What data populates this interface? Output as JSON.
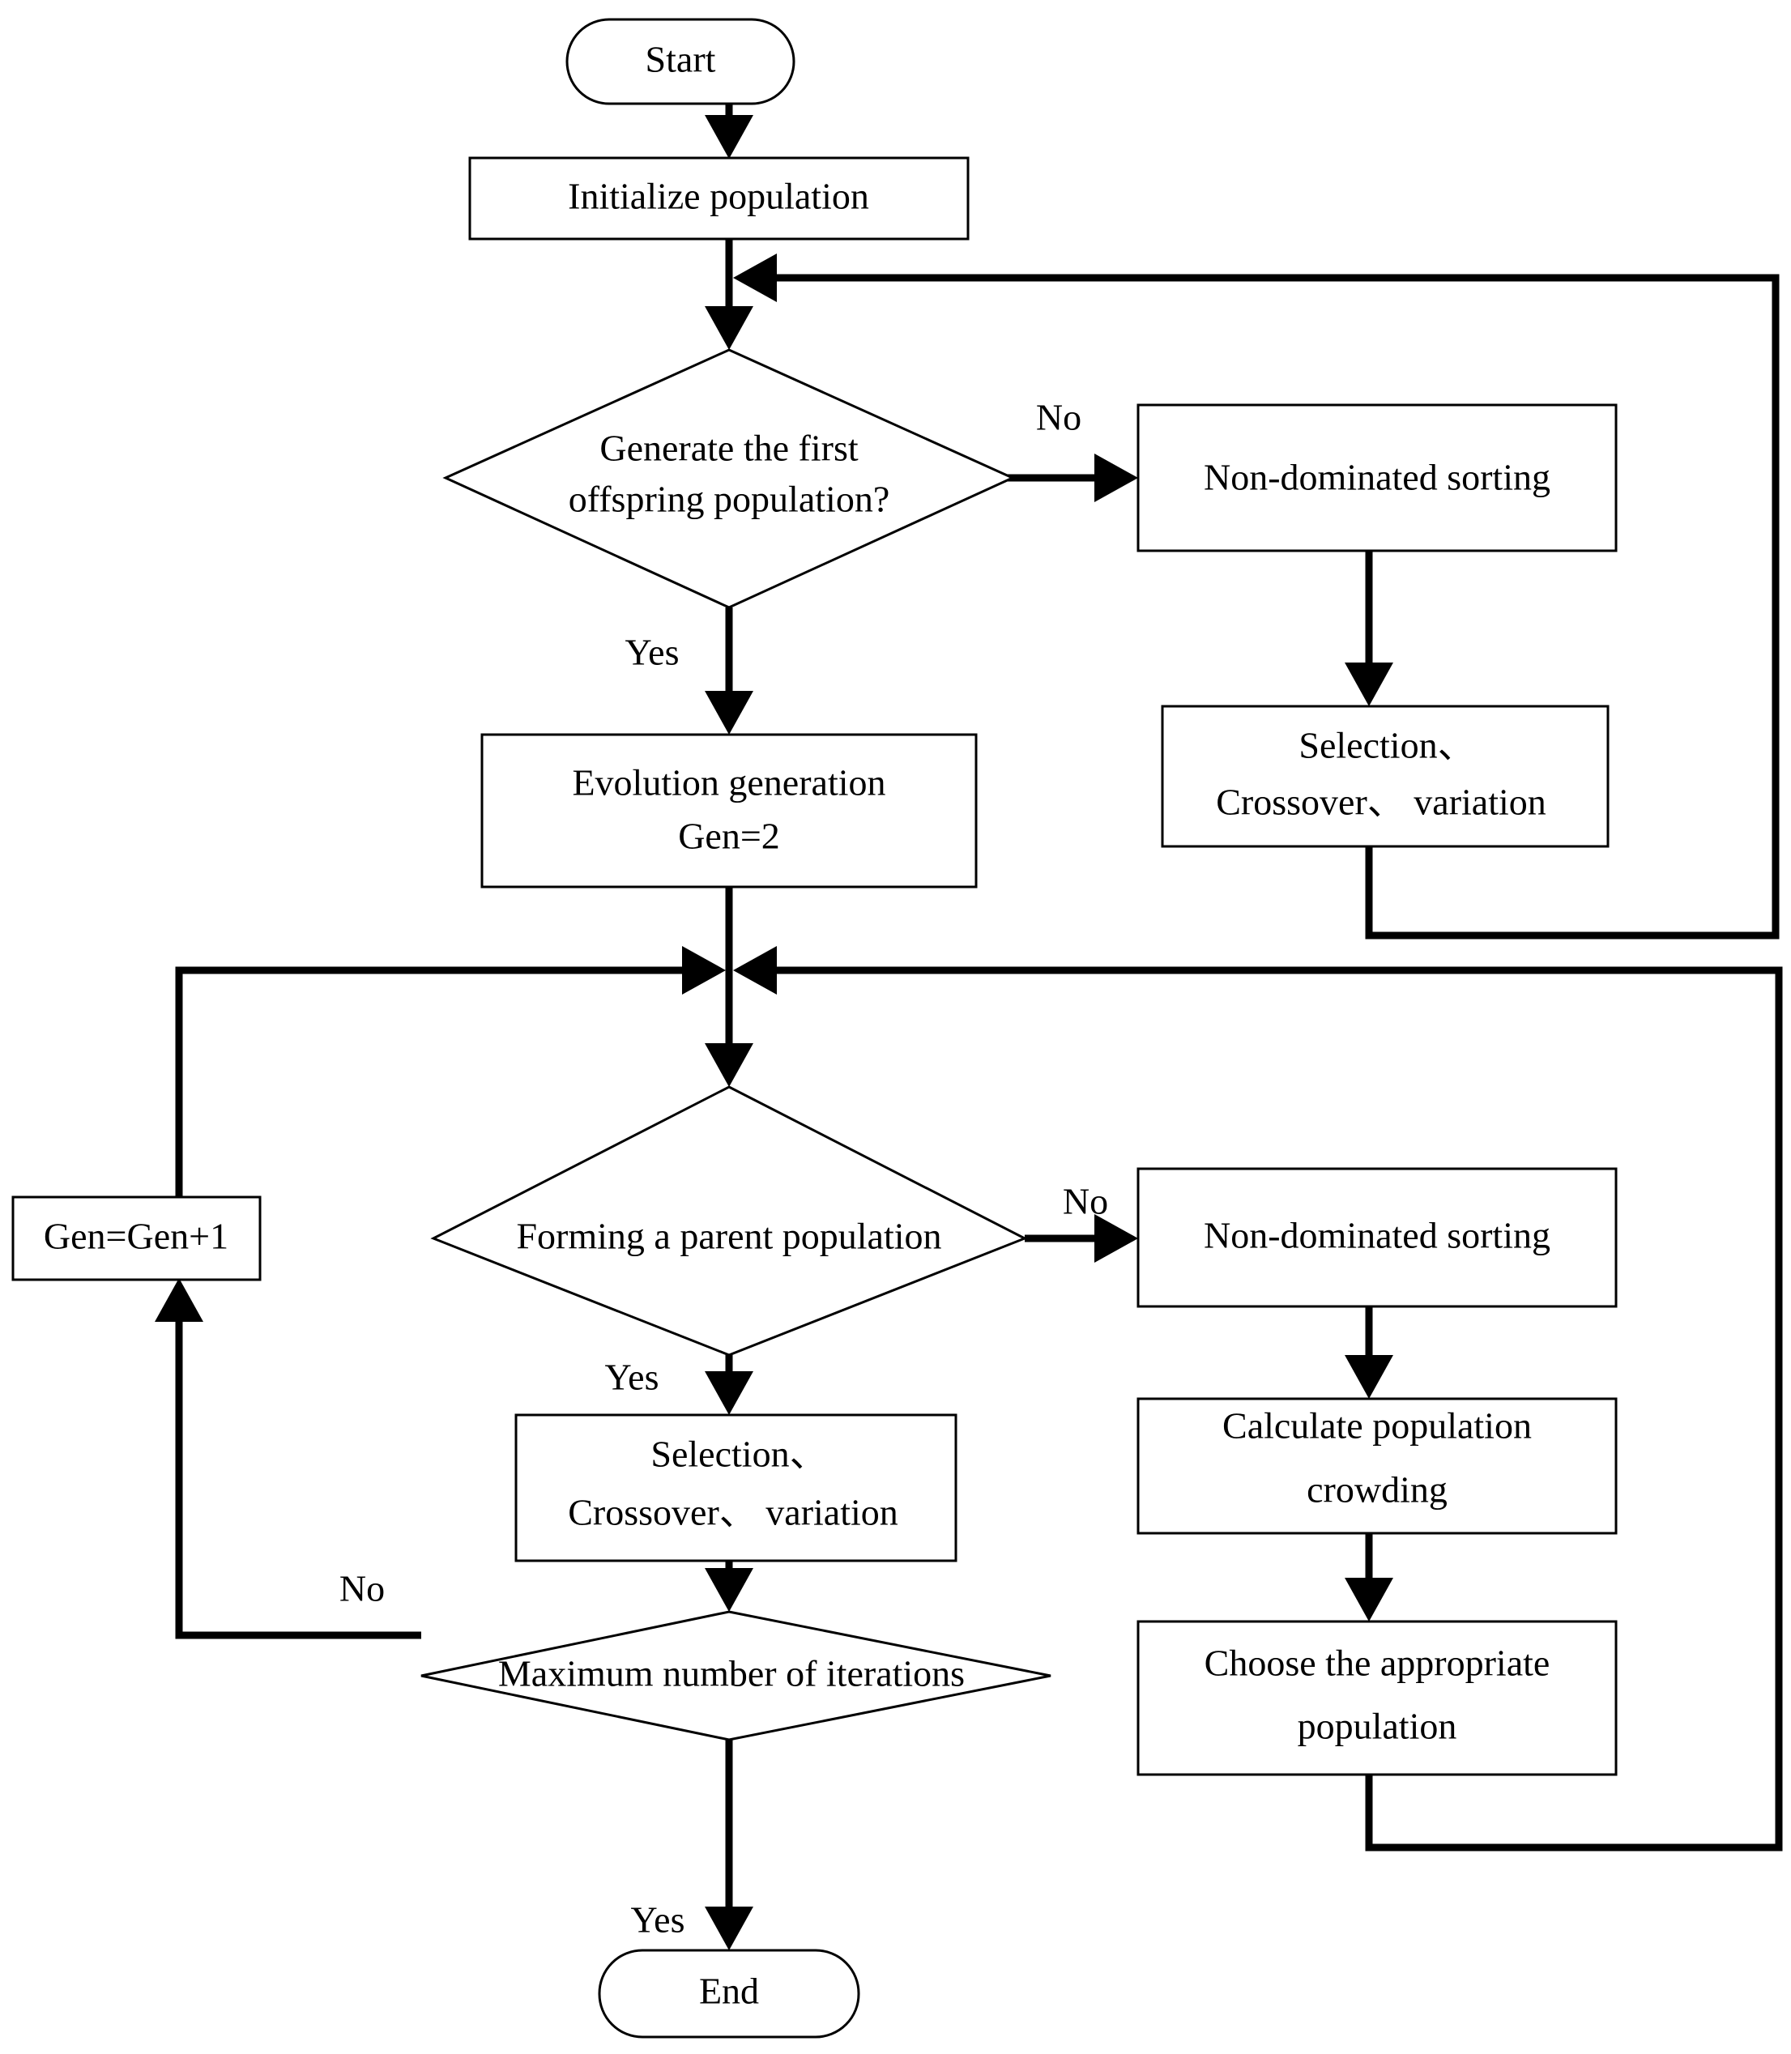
{
  "diagram": {
    "title": "NSGA-II multi-objective genetic algorithm flowchart",
    "background_color": "#ffffff",
    "line_color": "#000000",
    "text_color": "#000000",
    "nodes": {
      "start": {
        "label": "Start",
        "shape": "terminator"
      },
      "init_population": {
        "label": "Initialize population",
        "shape": "process"
      },
      "decision_first_offspring": {
        "line1": "Generate the first",
        "line2": "offspring population?",
        "shape": "decision"
      },
      "nds_top": {
        "label": "Non-dominated sorting",
        "shape": "process"
      },
      "scv_top": {
        "line1": "Selection、",
        "line2": "Crossover、 variation",
        "shape": "process"
      },
      "evolution_generation": {
        "line1": "Evolution generation",
        "line2": "Gen=2",
        "shape": "process"
      },
      "gen_increment": {
        "label": "Gen=Gen+1",
        "shape": "process"
      },
      "decision_parent_population": {
        "label": "Forming a parent population",
        "shape": "decision"
      },
      "nds_bottom": {
        "label": "Non-dominated sorting",
        "shape": "process"
      },
      "calculate_crowding": {
        "line1": "Calculate population",
        "line2": "crowding",
        "shape": "process"
      },
      "choose_population": {
        "line1": "Choose the appropriate",
        "line2": "population",
        "shape": "process"
      },
      "scv_bottom": {
        "line1": "Selection、",
        "line2": "Crossover、 variation",
        "shape": "process"
      },
      "decision_max_iterations": {
        "label": "Maximum number of iterations",
        "shape": "decision"
      },
      "end": {
        "label": "End",
        "shape": "terminator"
      }
    },
    "edge_labels": {
      "no_top": "No",
      "yes_top": "Yes",
      "no_middle": "No",
      "yes_middle": "Yes",
      "no_bottom": "No",
      "yes_bottom": "Yes"
    }
  }
}
